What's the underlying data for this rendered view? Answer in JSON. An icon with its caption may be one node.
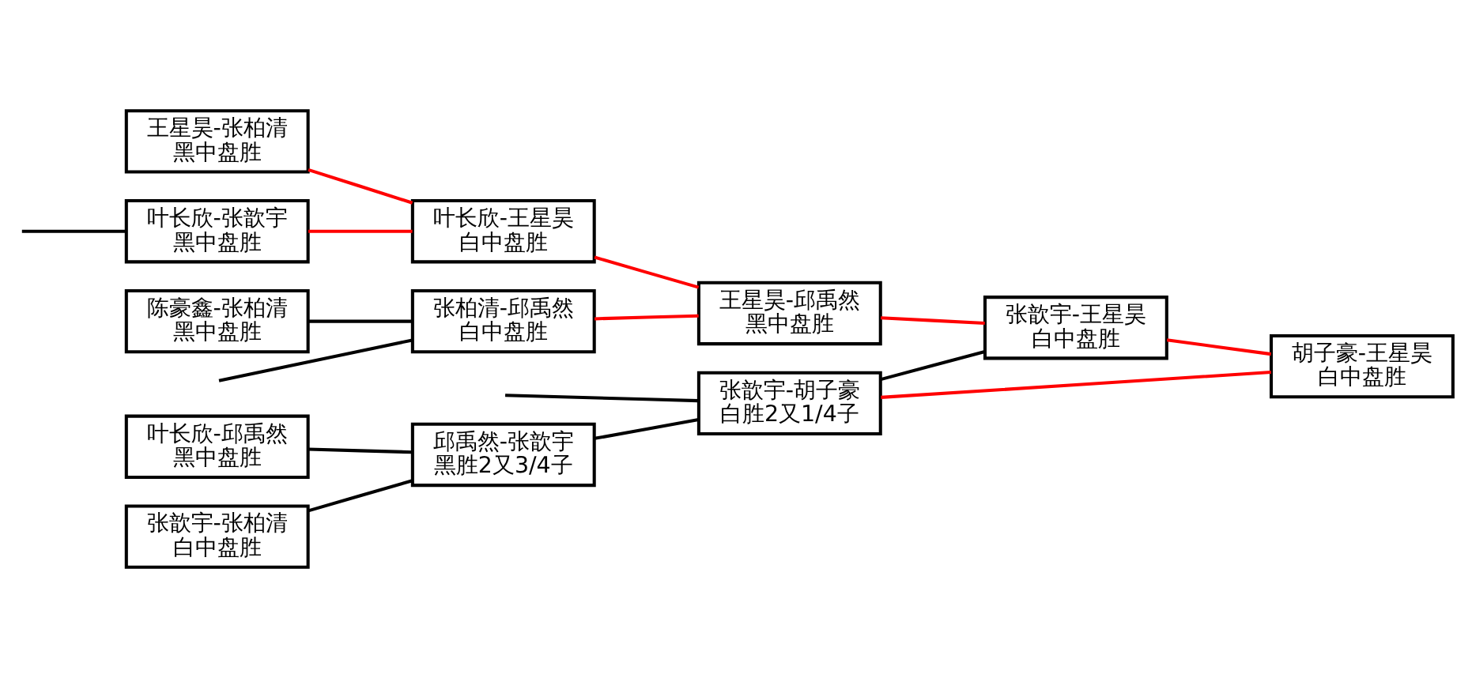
{
  "diagram": {
    "nodes": [
      {
        "text": [
          "王星昊-张柏清",
          "黑中盘胜"
        ]
      },
      {
        "text": [
          "叶长欣-张歆宇",
          "黑中盘胜"
        ]
      },
      {
        "text": [
          "陈豪鑫-张柏清",
          "黑中盘胜"
        ]
      },
      {
        "text": [
          "叶长欣-邱禹然",
          "黑中盘胜"
        ]
      },
      {
        "text": [
          "张歆宇-张柏清",
          "白中盘胜"
        ]
      },
      {
        "text": [
          "叶长欣-王星昊",
          "白中盘胜"
        ]
      },
      {
        "text": [
          "张柏清-邱禹然",
          "白中盘胜"
        ]
      },
      {
        "text": [
          "邱禹然-张歆宇",
          "黑胜2又3/4子"
        ]
      },
      {
        "text": [
          "王星昊-邱禹然",
          "黑中盘胜"
        ]
      },
      {
        "text": [
          "张歆宇-胡子豪",
          "白胜2又1/4子"
        ]
      },
      {
        "text": [
          "张歆宇-王星昊",
          "白中盘胜"
        ]
      },
      {
        "text": [
          "胡子豪-王星昊",
          "白中盘胜"
        ]
      }
    ],
    "edges": [
      {
        "from": 0,
        "to": 5,
        "arrow": "none",
        "color": "#ff0000"
      },
      {
        "from": 1,
        "to": 5,
        "arrow": "none",
        "color": "#ff0000"
      },
      {
        "from": null,
        "to": 1,
        "arrow": "none"
      },
      {
        "from": null,
        "to": 6,
        "arrow": "none"
      },
      {
        "from": 2,
        "to": 6,
        "arrow": "none"
      },
      {
        "from": 3,
        "to": 7,
        "arrow": "none"
      },
      {
        "from": 4,
        "to": 7,
        "arrow": "none"
      },
      {
        "from": 5,
        "to": 8,
        "arrow": "none",
        "color": "#ff0000"
      },
      {
        "from": 6,
        "to": 8,
        "arrow": "none",
        "color": "#ff0000"
      },
      {
        "from": null,
        "to": 9,
        "arrow": "none"
      },
      {
        "from": 7,
        "to": 9,
        "arrow": "none"
      },
      {
        "from": 8,
        "to": 10,
        "arrow": "none",
        "color": "#ff0000"
      },
      {
        "from": 9,
        "to": 10,
        "arrow": "none"
      },
      {
        "from": 10,
        "to": 11,
        "arrow": "none",
        "color": "#ff0000"
      },
      {
        "from": 9,
        "to": 11,
        "arrow": "none",
        "color": "#ff0000"
      }
    ]
  }
}
